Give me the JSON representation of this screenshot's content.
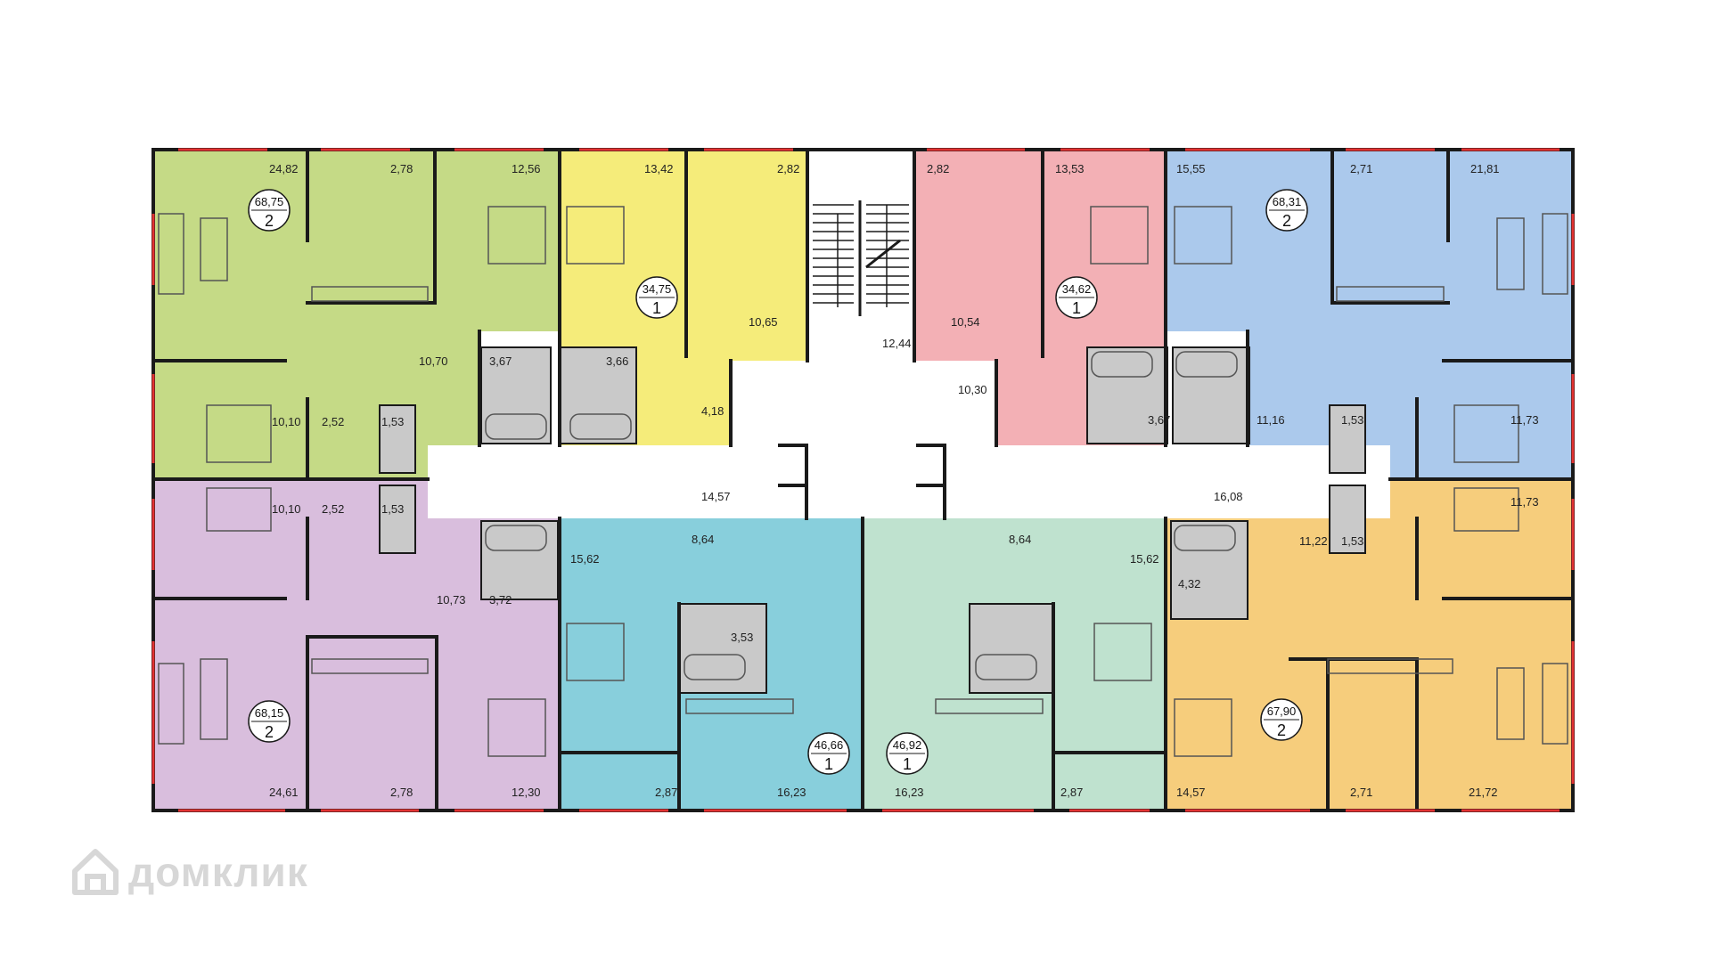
{
  "watermark": {
    "text": "домклик",
    "icon": "house-logo-icon"
  },
  "colors": {
    "green": "#c5da86",
    "yellow": "#f5ec7a",
    "pink": "#f3b0b5",
    "blue": "#abc9ec",
    "purple": "#d9bedd",
    "cyan": "#88cfdc",
    "mint": "#bfe2cf",
    "orange": "#f6cd7c",
    "wet": "#c9c9c9",
    "corridor": "#ffffff",
    "wall": "#1a1a1a",
    "window": "#e23232"
  },
  "apartments": [
    {
      "id": "green",
      "area": "68,75",
      "rooms": "2"
    },
    {
      "id": "yellow",
      "area": "34,75",
      "rooms": "1"
    },
    {
      "id": "pink",
      "area": "34,62",
      "rooms": "1"
    },
    {
      "id": "blue",
      "area": "68,31",
      "rooms": "2"
    },
    {
      "id": "purple",
      "area": "68,15",
      "rooms": "2"
    },
    {
      "id": "cyan",
      "area": "46,66",
      "rooms": "1"
    },
    {
      "id": "mint",
      "area": "46,92",
      "rooms": "1"
    },
    {
      "id": "orange",
      "area": "67,90",
      "rooms": "2"
    }
  ],
  "room_areas": {
    "g1": "24,82",
    "g2": "2,78",
    "g3": "12,56",
    "g4": "10,70",
    "g5": "3,67",
    "g6": "10,10",
    "g7": "2,52",
    "g8": "1,53",
    "y1": "13,42",
    "y2": "2,82",
    "y3": "10,65",
    "y4": "3,66",
    "y5": "4,18",
    "s1": "12,44",
    "s2": "10,30",
    "c1": "14,57",
    "c2": "16,08",
    "p1": "2,82",
    "p2": "13,53",
    "p3": "10,54",
    "p4": "3,67",
    "b1": "15,55",
    "b2": "2,71",
    "b3": "21,81",
    "b4": "11,16",
    "b5": "1,53",
    "b6": "11,73",
    "v1": "10,10",
    "v2": "2,52",
    "v3": "1,53",
    "v4": "10,73",
    "v5": "3,72",
    "v6": "24,61",
    "v7": "2,78",
    "v8": "12,30",
    "t1": "15,62",
    "t2": "8,64",
    "t3": "3,53",
    "t4": "2,87",
    "t5": "16,23",
    "m1": "8,64",
    "m2": "15,62",
    "m3": "16,23",
    "m4": "2,87",
    "o1": "11,73",
    "o2": "11,22",
    "o3": "1,53",
    "o4": "4,32",
    "o5": "14,57",
    "o6": "2,71",
    "o7": "21,72"
  }
}
